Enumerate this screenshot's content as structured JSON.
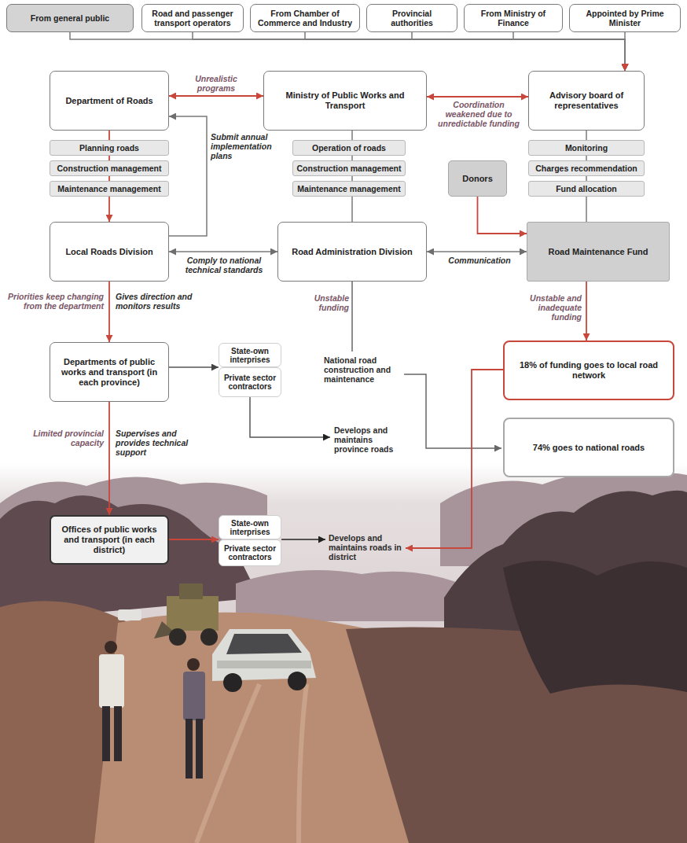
{
  "diagram": {
    "nodes": [
      {
        "text": [
          "From general public"
        ]
      },
      {
        "text": [
          "Road and passenger transport operators"
        ]
      },
      {
        "text": [
          "From Chamber of Commerce and Industry"
        ]
      },
      {
        "text": [
          "Provincial authorities"
        ]
      },
      {
        "text": [
          "From Ministry of Finance"
        ]
      },
      {
        "text": [
          "Appointed by Prime Minister"
        ]
      },
      {
        "text": [
          "Department of Roads"
        ]
      },
      {
        "text": [
          "Ministry of Public Works and Transport"
        ]
      },
      {
        "text": [
          "Advisory board of representatives"
        ]
      },
      {
        "text": [
          "Planning roads"
        ]
      },
      {
        "text": [
          "Construction management"
        ]
      },
      {
        "text": [
          "Maintenance management"
        ]
      },
      {
        "text": [
          "Operation of roads"
        ]
      },
      {
        "text": [
          "Construction management"
        ]
      },
      {
        "text": [
          "Maintenance management"
        ]
      },
      {
        "text": [
          "Monitoring"
        ]
      },
      {
        "text": [
          "Charges recommendation"
        ]
      },
      {
        "text": [
          "Fund allocation"
        ]
      },
      {
        "text": [
          "Donors"
        ]
      },
      {
        "text": [
          "Local Roads Division"
        ]
      },
      {
        "text": [
          "Road Administration Division"
        ]
      },
      {
        "text": [
          "Road Maintenance Fund"
        ]
      },
      {
        "text": [
          "Departments of public works and transport (in each province)"
        ]
      },
      {
        "text": [
          "State-own interprises"
        ]
      },
      {
        "text": [
          "Private sector contractors"
        ]
      },
      {
        "text": [
          "18% of funding goes to local road network"
        ]
      },
      {
        "text": [
          "74% goes to national roads"
        ]
      },
      {
        "text": [
          "Offices of public works and transport (in each district)"
        ]
      },
      {
        "text": [
          "State-own interprises"
        ]
      },
      {
        "text": [
          "Private sector contractors"
        ]
      }
    ],
    "edges": [
      {
        "from": 0,
        "to": 8,
        "arrow": "to"
      },
      {
        "from": 1,
        "to": 8,
        "arrow": "to"
      },
      {
        "from": 2,
        "to": 8,
        "arrow": "to"
      },
      {
        "from": 3,
        "to": 8,
        "arrow": "to"
      },
      {
        "from": 4,
        "to": 8,
        "arrow": "to"
      },
      {
        "from": 5,
        "to": 8,
        "arrow": "to"
      },
      {
        "from": 6,
        "to": 7,
        "label": "Unrealistic programs",
        "arrow": "both"
      },
      {
        "from": 7,
        "to": 8,
        "label": "Coordination weakened due to unredictable funding",
        "arrow": "both"
      },
      {
        "from": 6,
        "to": 19,
        "arrow": "to"
      },
      {
        "from": 19,
        "to": 6,
        "label": "Submit annual implementation plans",
        "arrow": "to"
      },
      {
        "from": 7,
        "to": 20,
        "arrow": "none"
      },
      {
        "from": 8,
        "to": 21,
        "arrow": "none"
      },
      {
        "from": 18,
        "to": 21,
        "arrow": "to"
      },
      {
        "from": 19,
        "to": 20,
        "label": "Comply to national technical standards",
        "arrow": "both"
      },
      {
        "from": 20,
        "to": 21,
        "label": "Communication",
        "arrow": "both"
      },
      {
        "from": 19,
        "to": 22,
        "label": "Gives direction and monitors results",
        "arrow": "to"
      },
      {
        "from": 22,
        "to": 23,
        "arrow": "to"
      },
      {
        "from": 21,
        "to": 25,
        "label": "Unstable and inadequate funding",
        "arrow": "to"
      },
      {
        "from": 22,
        "to": 27,
        "label": "Supervises and provides technical support",
        "arrow": "to"
      },
      {
        "from": 27,
        "to": 28,
        "arrow": "to"
      }
    ],
    "labels": [
      "Priorities keep changing from the department",
      "Unstable funding",
      "National road construction and maintenance",
      "Develops and maintains province roads",
      "Limited provincial capacity",
      "Develops and maintains roads in district"
    ]
  }
}
